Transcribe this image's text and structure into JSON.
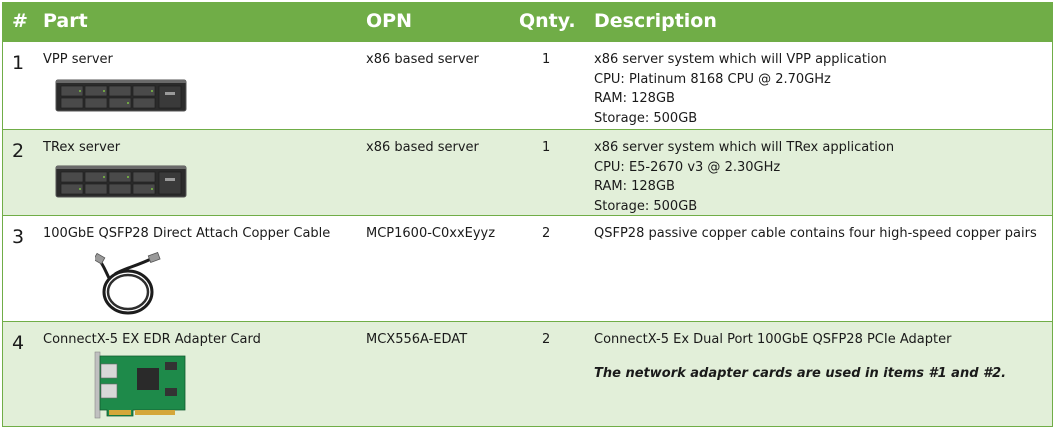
{
  "headers": {
    "num": "#",
    "part": "Part",
    "opn": "OPN",
    "qty": "Qnty.",
    "description": "Description"
  },
  "rows": [
    {
      "num": "1",
      "part": "VPP server",
      "opn": "x86 based server",
      "qty": "1",
      "description": [
        "x86 server system which will VPP application",
        "CPU: Platinum 8168 CPU @ 2.70GHz",
        "RAM: 128GB",
        "Storage: 500GB"
      ]
    },
    {
      "num": "2",
      "part": "TRex server",
      "opn": "x86 based server",
      "qty": "1",
      "description": [
        "x86 server system which will TRex application",
        "CPU: E5-2670 v3 @ 2.30GHz",
        "RAM: 128GB",
        "Storage: 500GB"
      ]
    },
    {
      "num": "3",
      "part": "100GbE QSFP28 Direct Attach Copper Cable",
      "opn": "MCP1600-C0xxEyyz",
      "qty": "2",
      "description": [
        "QSFP28 passive copper cable contains four high-speed copper pairs"
      ]
    },
    {
      "num": "4",
      "part": "ConnectX-5 EX EDR Adapter Card",
      "opn": "MCX556A-EDAT",
      "qty": "2",
      "description": [
        "ConnectX-5 Ex Dual Port 100GbE QSFP28 PCIe Adapter"
      ],
      "note": "The network adapter cards are used in items #1 and #2."
    }
  ],
  "colors": {
    "header_bg": "#70ad47",
    "alt_row_bg": "#e2efd9",
    "border": "#70ad47"
  },
  "icons": [
    "rack-server-image",
    "rack-server-image",
    "copper-cable-image",
    "adapter-card-image"
  ]
}
